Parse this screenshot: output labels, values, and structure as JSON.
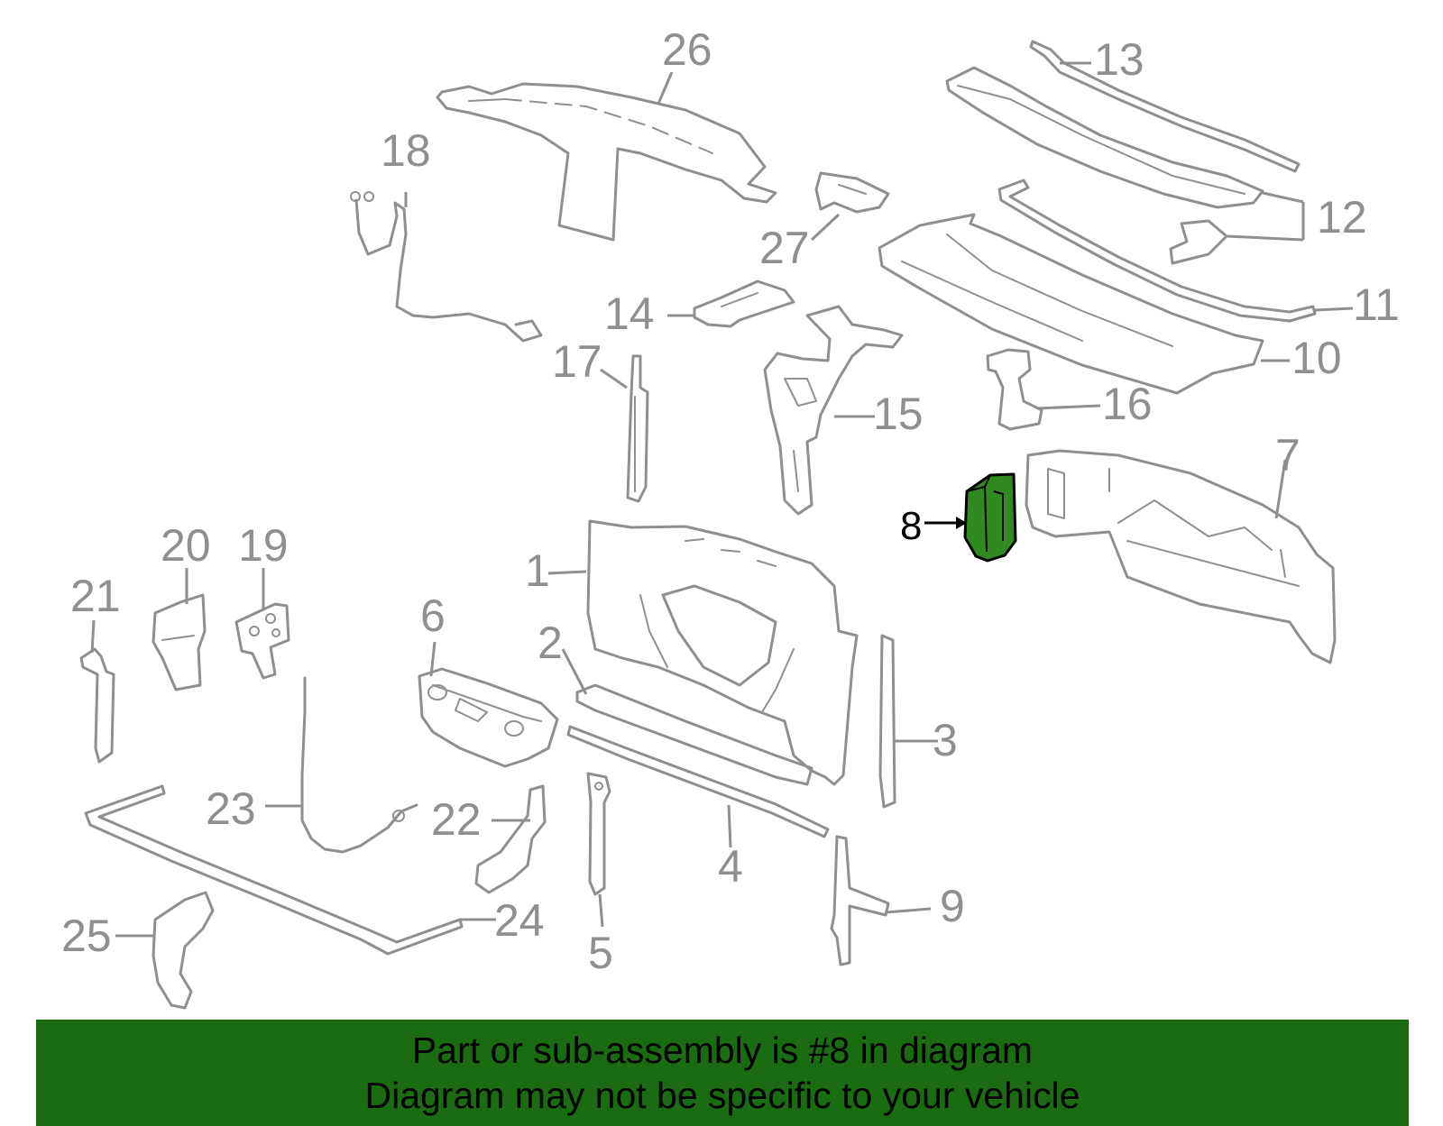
{
  "colors": {
    "part_stroke": "#8f8f8f",
    "highlight_fill": "#2f8a1f",
    "banner_bg": "#1a6b12",
    "text_black": "#000000"
  },
  "callouts": {
    "c1": "1",
    "c2": "2",
    "c3": "3",
    "c4": "4",
    "c5": "5",
    "c6": "6",
    "c7": "7",
    "c8": "8",
    "c9": "9",
    "c10": "10",
    "c11": "11",
    "c12": "12",
    "c13": "13",
    "c14": "14",
    "c15": "15",
    "c16": "16",
    "c17": "17",
    "c18": "18",
    "c19": "19",
    "c20": "20",
    "c21": "21",
    "c22": "22",
    "c23": "23",
    "c24": "24",
    "c25": "25",
    "c26": "26",
    "c27": "27"
  },
  "highlighted_part": "8",
  "banner": {
    "line1": "Part or sub-assembly is #8 in diagram",
    "line2": "Diagram may not be specific to your vehicle"
  }
}
